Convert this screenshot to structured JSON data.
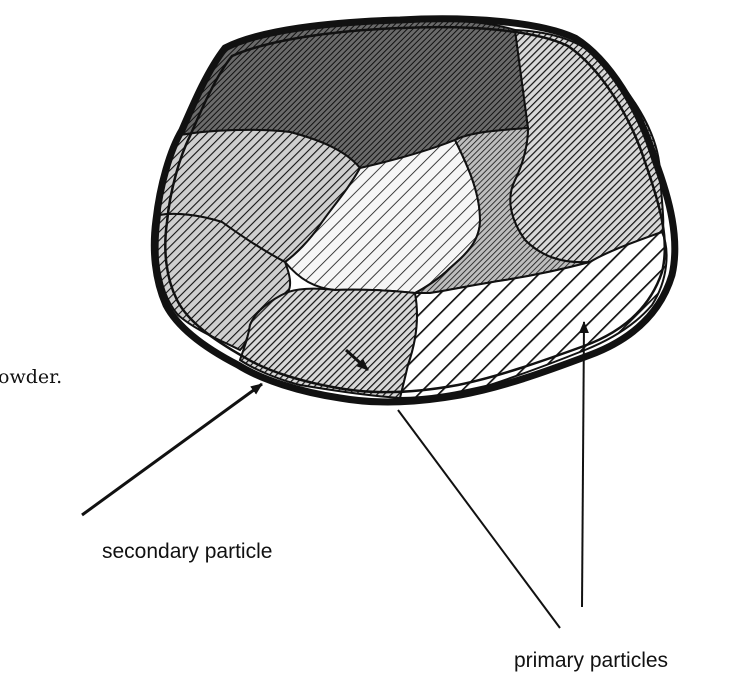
{
  "diagram": {
    "fragment_text": "owder.",
    "secondary_label": "secondary particle",
    "primary_label": "primary particles"
  },
  "colors": {
    "outline": "#111111",
    "background": "#ffffff"
  }
}
